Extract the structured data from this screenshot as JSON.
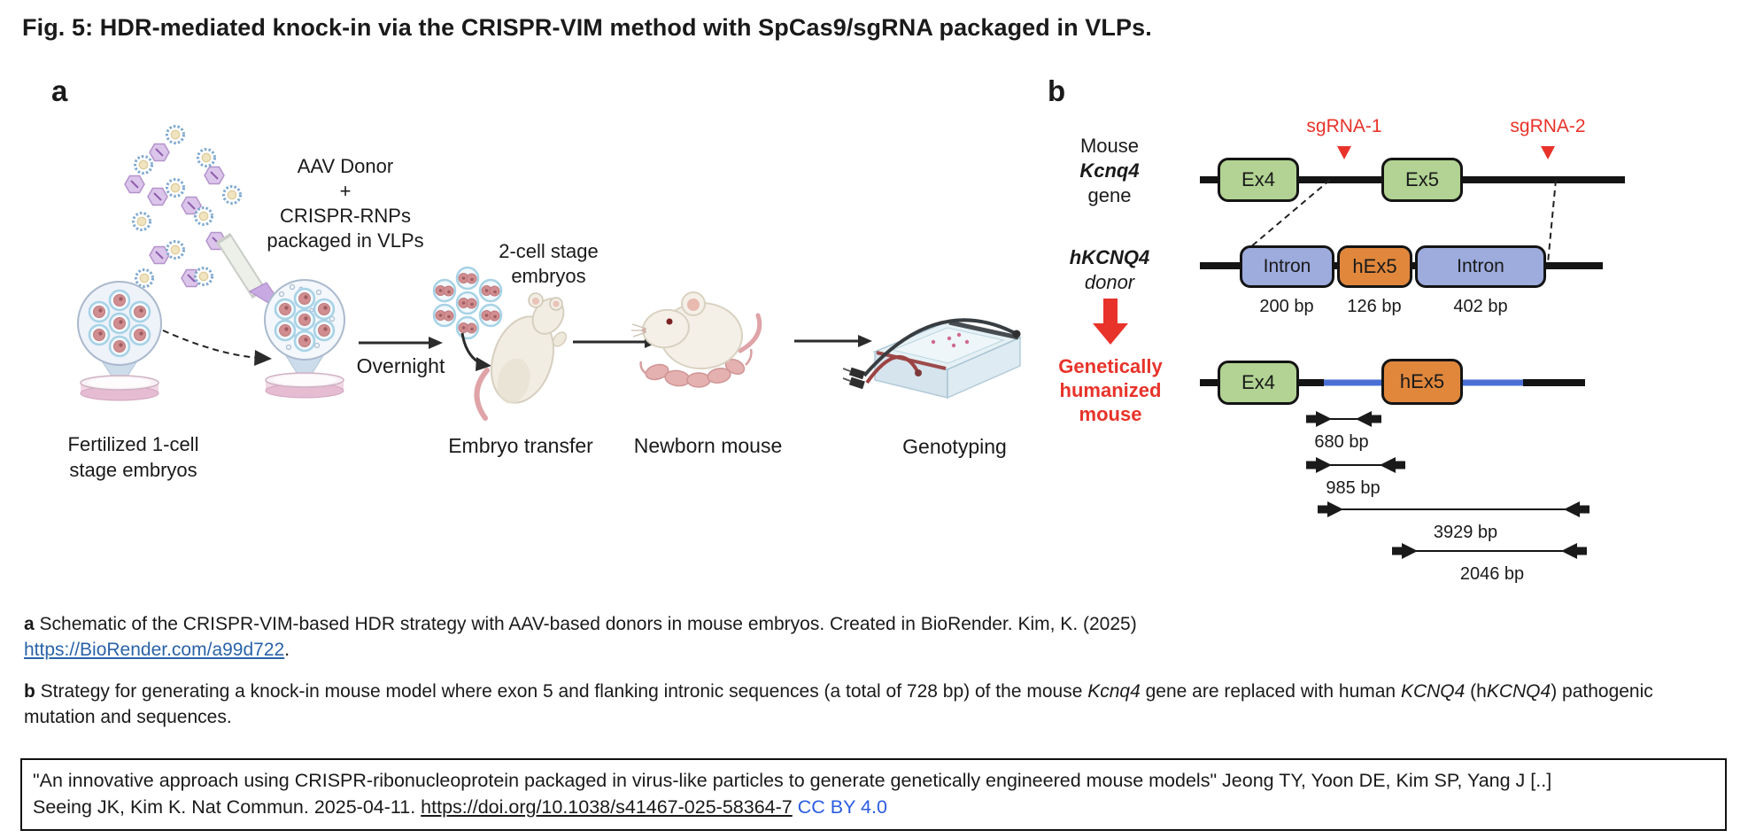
{
  "title": "Fig. 5: HDR-mediated knock-in via the CRISPR-VIM method with SpCas9/sgRNA packaged in VLPs.",
  "panel_a": {
    "label": "a",
    "mix_line1": "AAV Donor",
    "mix_line2": "+",
    "mix_line3": "CRISPR-RNPs",
    "mix_line4": "packaged in VLPs",
    "fertilized_label": "Fertilized 1-cell stage embryos",
    "overnight_label": "Overnight",
    "two_cell_label": "2-cell stage embryos",
    "embryo_transfer_label": "Embryo transfer",
    "newborn_label": "Newborn mouse",
    "genotyping_label": "Genotyping",
    "illustrations": [
      "vlp-aav-mixture",
      "microinjection-pipette",
      "fertilized-embryo-dish",
      "injected-embryo-dish",
      "two-cell-embryo-cluster",
      "surrogate-mouse",
      "mother-mouse-with-pups",
      "gel-electrophoresis-tank"
    ]
  },
  "panel_b": {
    "label": "b",
    "gene_row": {
      "label_line1": "Mouse",
      "label_line2": "Kcnq4",
      "label_line3": "gene",
      "ex4": "Ex4",
      "ex5": "Ex5",
      "sgrna1": "sgRNA-1",
      "sgrna2": "sgRNA-2"
    },
    "donor_row": {
      "label_line1": "hKCNQ4",
      "label_line2": "donor",
      "intron_left": "Intron",
      "hex5": "hEx5",
      "intron_right": "Intron",
      "bp_left": "200 bp",
      "bp_mid": "126 bp",
      "bp_right": "402 bp"
    },
    "result_row": {
      "label": "Genetically humanized mouse",
      "ex4": "Ex4",
      "hex5": "hEx5"
    },
    "primers": [
      {
        "label": "680 bp"
      },
      {
        "label": "985 bp"
      },
      {
        "label": "3929 bp"
      },
      {
        "label": "2046 bp"
      }
    ]
  },
  "caption_a": {
    "label": "a",
    "text": "Schematic of the CRISPR-VIM-based HDR strategy with AAV-based donors in mouse embryos. Created in BioRender. Kim, K. (2025)",
    "link": "https://BioRender.com/a99d722",
    "suffix": "."
  },
  "caption_b": {
    "label": "b",
    "part1": "Strategy for generating a knock-in mouse model where exon 5 and flanking intronic sequences (a total of 728 bp) of the mouse ",
    "gene_italic": "Kcnq4",
    "part2": " gene are replaced with human ",
    "kcnq4_italic": "KCNQ4",
    "part3": " (h",
    "hkcnq4_italic": "KCNQ4",
    "part4": ") pathogenic mutation and sequences."
  },
  "citation": {
    "line1": "\"An innovative approach using CRISPR-ribonucleoprotein packaged in virus-like particles to generate genetically engineered mouse models\" Jeong TY, Yoon DE, Kim SP, Yang J [..]",
    "line2_prefix": "Seeing JK, Kim K. Nat Commun. 2025-04-11. ",
    "doi": "https://doi.org/10.1038/s41467-025-58364-7",
    "license": "CC BY 4.0"
  },
  "colors": {
    "red": "#e8332a",
    "green": "#b2d393",
    "blue-box": "#9dabdd",
    "orange": "#e0873c",
    "blue-line": "#4a6fd4",
    "link-blue": "#2a63a8",
    "cc-blue": "#2b5ce2",
    "ink": "#1a1a1a"
  }
}
